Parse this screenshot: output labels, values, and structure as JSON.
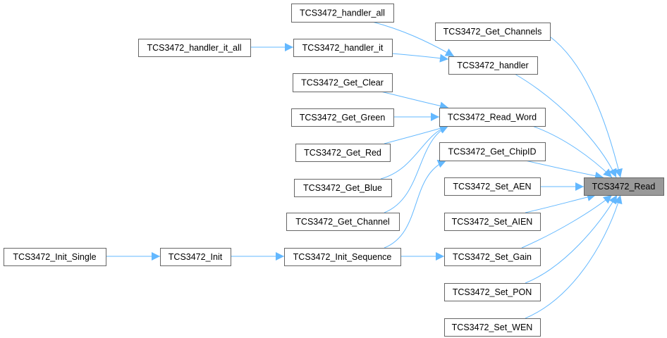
{
  "graph": {
    "focus_node": "read",
    "colors": {
      "edge": "#63b8ff",
      "node_border": "#666666",
      "focus_fill": "#999999"
    },
    "nodes": [
      {
        "id": "handler_all",
        "label": "TCS3472_handler_all"
      },
      {
        "id": "get_channels",
        "label": "TCS3472_Get_Channels"
      },
      {
        "id": "handler_it_all",
        "label": "TCS3472_handler_it_all"
      },
      {
        "id": "handler_it",
        "label": "TCS3472_handler_it"
      },
      {
        "id": "handler",
        "label": "TCS3472_handler"
      },
      {
        "id": "get_clear",
        "label": "TCS3472_Get_Clear"
      },
      {
        "id": "get_green",
        "label": "TCS3472_Get_Green"
      },
      {
        "id": "read_word",
        "label": "TCS3472_Read_Word"
      },
      {
        "id": "get_red",
        "label": "TCS3472_Get_Red"
      },
      {
        "id": "get_chipid",
        "label": "TCS3472_Get_ChipID"
      },
      {
        "id": "read",
        "label": "TCS3472_Read"
      },
      {
        "id": "get_blue",
        "label": "TCS3472_Get_Blue"
      },
      {
        "id": "set_aen",
        "label": "TCS3472_Set_AEN"
      },
      {
        "id": "get_channel",
        "label": "TCS3472_Get_Channel"
      },
      {
        "id": "set_aien",
        "label": "TCS3472_Set_AIEN"
      },
      {
        "id": "init_single",
        "label": "TCS3472_Init_Single"
      },
      {
        "id": "init",
        "label": "TCS3472_Init"
      },
      {
        "id": "init_sequence",
        "label": "TCS3472_Init_Sequence"
      },
      {
        "id": "set_gain",
        "label": "TCS3472_Set_Gain"
      },
      {
        "id": "set_pon",
        "label": "TCS3472_Set_PON"
      },
      {
        "id": "set_wen",
        "label": "TCS3472_Set_WEN"
      }
    ],
    "edges": [
      {
        "from": "handler_all",
        "to": "handler"
      },
      {
        "from": "handler_it",
        "to": "handler"
      },
      {
        "from": "handler_it_all",
        "to": "handler_it"
      },
      {
        "from": "get_channels",
        "to": "read"
      },
      {
        "from": "handler",
        "to": "read"
      },
      {
        "from": "get_clear",
        "to": "read_word"
      },
      {
        "from": "get_green",
        "to": "read_word"
      },
      {
        "from": "get_red",
        "to": "read_word"
      },
      {
        "from": "get_blue",
        "to": "read_word"
      },
      {
        "from": "get_channel",
        "to": "read_word"
      },
      {
        "from": "read_word",
        "to": "read"
      },
      {
        "from": "get_chipid",
        "to": "read"
      },
      {
        "from": "init_sequence",
        "to": "get_chipid"
      },
      {
        "from": "set_aen",
        "to": "read"
      },
      {
        "from": "set_aien",
        "to": "read"
      },
      {
        "from": "set_gain",
        "to": "read"
      },
      {
        "from": "set_pon",
        "to": "read"
      },
      {
        "from": "set_wen",
        "to": "read"
      },
      {
        "from": "init_single",
        "to": "init"
      },
      {
        "from": "init",
        "to": "init_sequence"
      },
      {
        "from": "init_sequence",
        "to": "set_gain"
      }
    ]
  }
}
